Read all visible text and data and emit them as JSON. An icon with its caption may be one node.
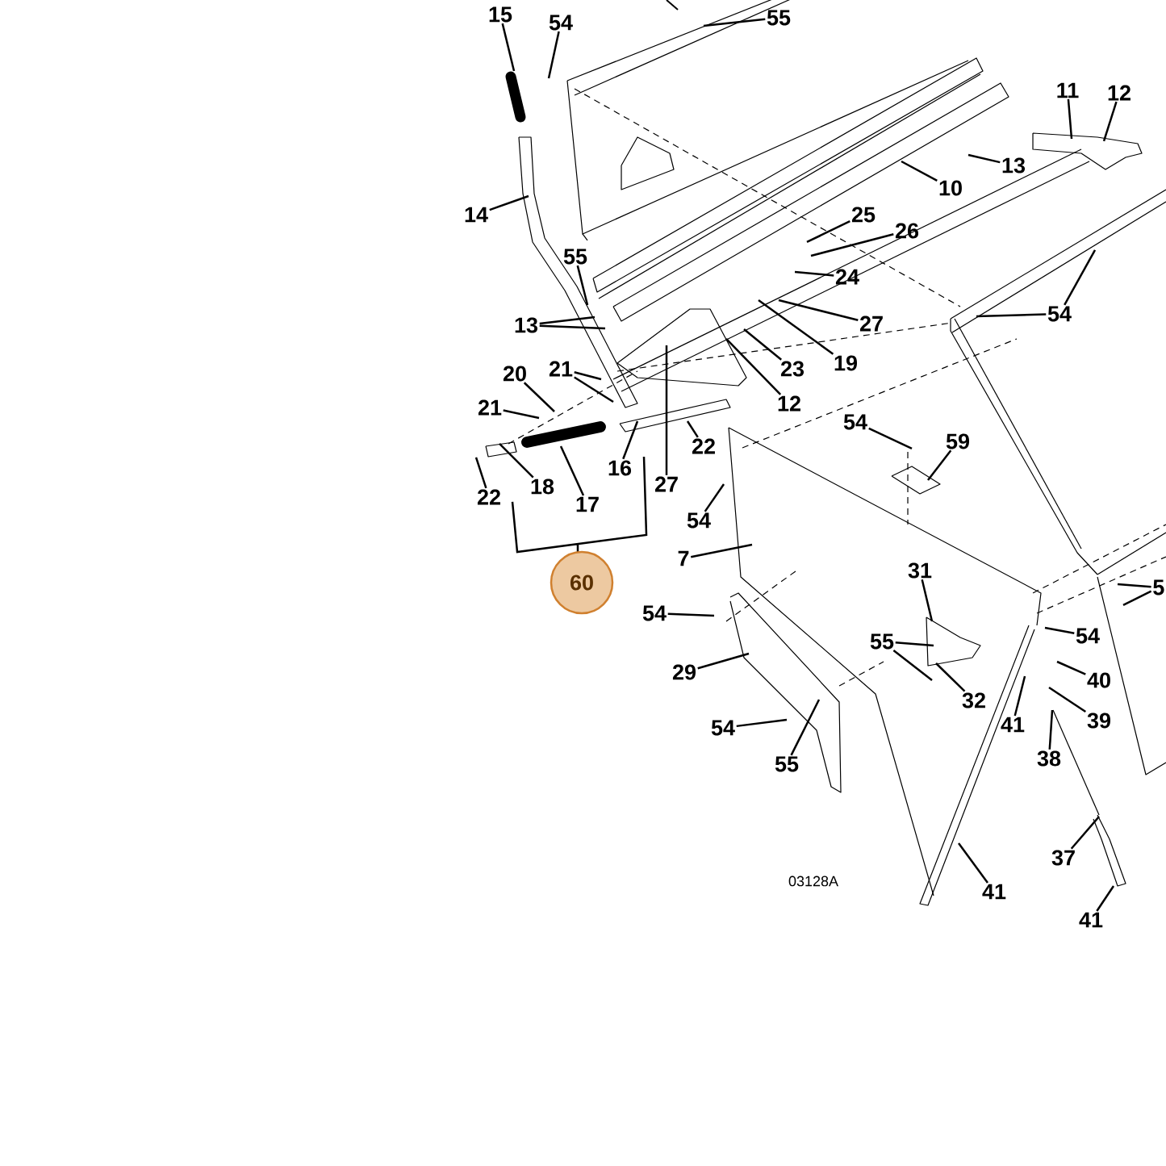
{
  "diagram": {
    "nodes": [
      {
        "text": [
          "15"
        ]
      },
      {
        "text": [
          "54"
        ]
      },
      {
        "text": [
          "55"
        ]
      },
      {
        "text": [
          "11"
        ]
      },
      {
        "text": [
          "12"
        ]
      },
      {
        "text": [
          "13"
        ]
      },
      {
        "text": [
          "10"
        ]
      },
      {
        "text": [
          "14"
        ]
      },
      {
        "text": [
          "25"
        ]
      },
      {
        "text": [
          "26"
        ]
      },
      {
        "text": [
          "55"
        ]
      },
      {
        "text": [
          "24"
        ]
      },
      {
        "text": [
          "54"
        ]
      },
      {
        "text": [
          "13"
        ]
      },
      {
        "text": [
          "27"
        ]
      },
      {
        "text": [
          "19"
        ]
      },
      {
        "text": [
          "23"
        ]
      },
      {
        "text": [
          "12"
        ]
      },
      {
        "text": [
          "20"
        ]
      },
      {
        "text": [
          "21"
        ]
      },
      {
        "text": [
          "21"
        ]
      },
      {
        "text": [
          "22"
        ]
      },
      {
        "text": [
          "16"
        ]
      },
      {
        "text": [
          "27"
        ]
      },
      {
        "text": [
          "18"
        ]
      },
      {
        "text": [
          "17"
        ]
      },
      {
        "text": [
          "22"
        ]
      },
      {
        "text": [
          "54"
        ]
      },
      {
        "text": [
          "60"
        ]
      },
      {
        "text": [
          "7"
        ]
      },
      {
        "text": [
          "54"
        ]
      },
      {
        "text": [
          "29"
        ]
      },
      {
        "text": [
          "54"
        ]
      },
      {
        "text": [
          "55"
        ]
      },
      {
        "text": [
          "54"
        ]
      },
      {
        "text": [
          "59"
        ]
      },
      {
        "text": [
          "31"
        ]
      },
      {
        "text": [
          "55"
        ]
      },
      {
        "text": [
          "32"
        ]
      },
      {
        "text": [
          "54"
        ]
      },
      {
        "text": [
          "40"
        ]
      },
      {
        "text": [
          "39"
        ]
      },
      {
        "text": [
          "41"
        ]
      },
      {
        "text": [
          "38"
        ]
      },
      {
        "text": [
          "37"
        ]
      },
      {
        "text": [
          "41"
        ]
      },
      {
        "text": [
          "41"
        ]
      },
      {
        "text": [
          "5"
        ]
      }
    ],
    "edges": [
      {
        "from": 0,
        "to": null,
        "arrow": "none"
      },
      {
        "from": 1,
        "to": null,
        "arrow": "none"
      },
      {
        "from": 2,
        "to": null,
        "arrow": "none"
      },
      {
        "from": 3,
        "to": null,
        "arrow": "none"
      },
      {
        "from": 4,
        "to": null,
        "arrow": "none"
      },
      {
        "from": 5,
        "to": null,
        "arrow": "none"
      },
      {
        "from": 6,
        "to": null,
        "arrow": "none"
      },
      {
        "from": 7,
        "to": null,
        "arrow": "none"
      },
      {
        "from": 8,
        "to": null,
        "arrow": "none"
      },
      {
        "from": 9,
        "to": null,
        "arrow": "none"
      },
      {
        "from": 10,
        "to": null,
        "arrow": "none"
      },
      {
        "from": 11,
        "to": null,
        "arrow": "none"
      },
      {
        "from": 12,
        "to": null,
        "arrow": "none"
      },
      {
        "from": 12,
        "to": null,
        "arrow": "none"
      },
      {
        "from": 13,
        "to": null,
        "arrow": "none"
      },
      {
        "from": 13,
        "to": null,
        "arrow": "none"
      },
      {
        "from": 14,
        "to": null,
        "arrow": "none"
      },
      {
        "from": 15,
        "to": null,
        "arrow": "none"
      },
      {
        "from": 16,
        "to": null,
        "arrow": "none"
      },
      {
        "from": 17,
        "to": null,
        "arrow": "none"
      },
      {
        "from": 18,
        "to": null,
        "arrow": "none"
      },
      {
        "from": 19,
        "to": null,
        "arrow": "none"
      },
      {
        "from": 19,
        "to": null,
        "arrow": "none"
      },
      {
        "from": 20,
        "to": null,
        "arrow": "none"
      },
      {
        "from": 21,
        "to": null,
        "arrow": "none"
      },
      {
        "from": 22,
        "to": null,
        "arrow": "none"
      },
      {
        "from": 23,
        "to": null,
        "arrow": "none"
      },
      {
        "from": 24,
        "to": null,
        "arrow": "none"
      },
      {
        "from": 25,
        "to": null,
        "arrow": "none"
      },
      {
        "from": 26,
        "to": null,
        "arrow": "none"
      },
      {
        "from": 27,
        "to": null,
        "arrow": "none"
      },
      {
        "from": 29,
        "to": null,
        "arrow": "none"
      },
      {
        "from": 30,
        "to": null,
        "arrow": "none"
      },
      {
        "from": 31,
        "to": null,
        "arrow": "none"
      },
      {
        "from": 32,
        "to": null,
        "arrow": "none"
      },
      {
        "from": 33,
        "to": null,
        "arrow": "none"
      },
      {
        "from": 34,
        "to": null,
        "arrow": "none"
      },
      {
        "from": 35,
        "to": null,
        "arrow": "none"
      },
      {
        "from": 36,
        "to": null,
        "arrow": "none"
      },
      {
        "from": 37,
        "to": null,
        "arrow": "none"
      },
      {
        "from": 37,
        "to": null,
        "arrow": "none"
      },
      {
        "from": 38,
        "to": null,
        "arrow": "none"
      },
      {
        "from": 39,
        "to": null,
        "arrow": "none"
      },
      {
        "from": 40,
        "to": null,
        "arrow": "none"
      },
      {
        "from": 41,
        "to": null,
        "arrow": "none"
      },
      {
        "from": 42,
        "to": null,
        "arrow": "none"
      },
      {
        "from": 43,
        "to": null,
        "arrow": "none"
      },
      {
        "from": 44,
        "to": null,
        "arrow": "none"
      },
      {
        "from": 45,
        "to": null,
        "arrow": "none"
      },
      {
        "from": 46,
        "to": null,
        "arrow": "none"
      },
      {
        "from": 47,
        "to": null,
        "arrow": "none"
      },
      {
        "from": 47,
        "to": null,
        "arrow": "none"
      }
    ],
    "labels": [
      "03128A"
    ]
  }
}
